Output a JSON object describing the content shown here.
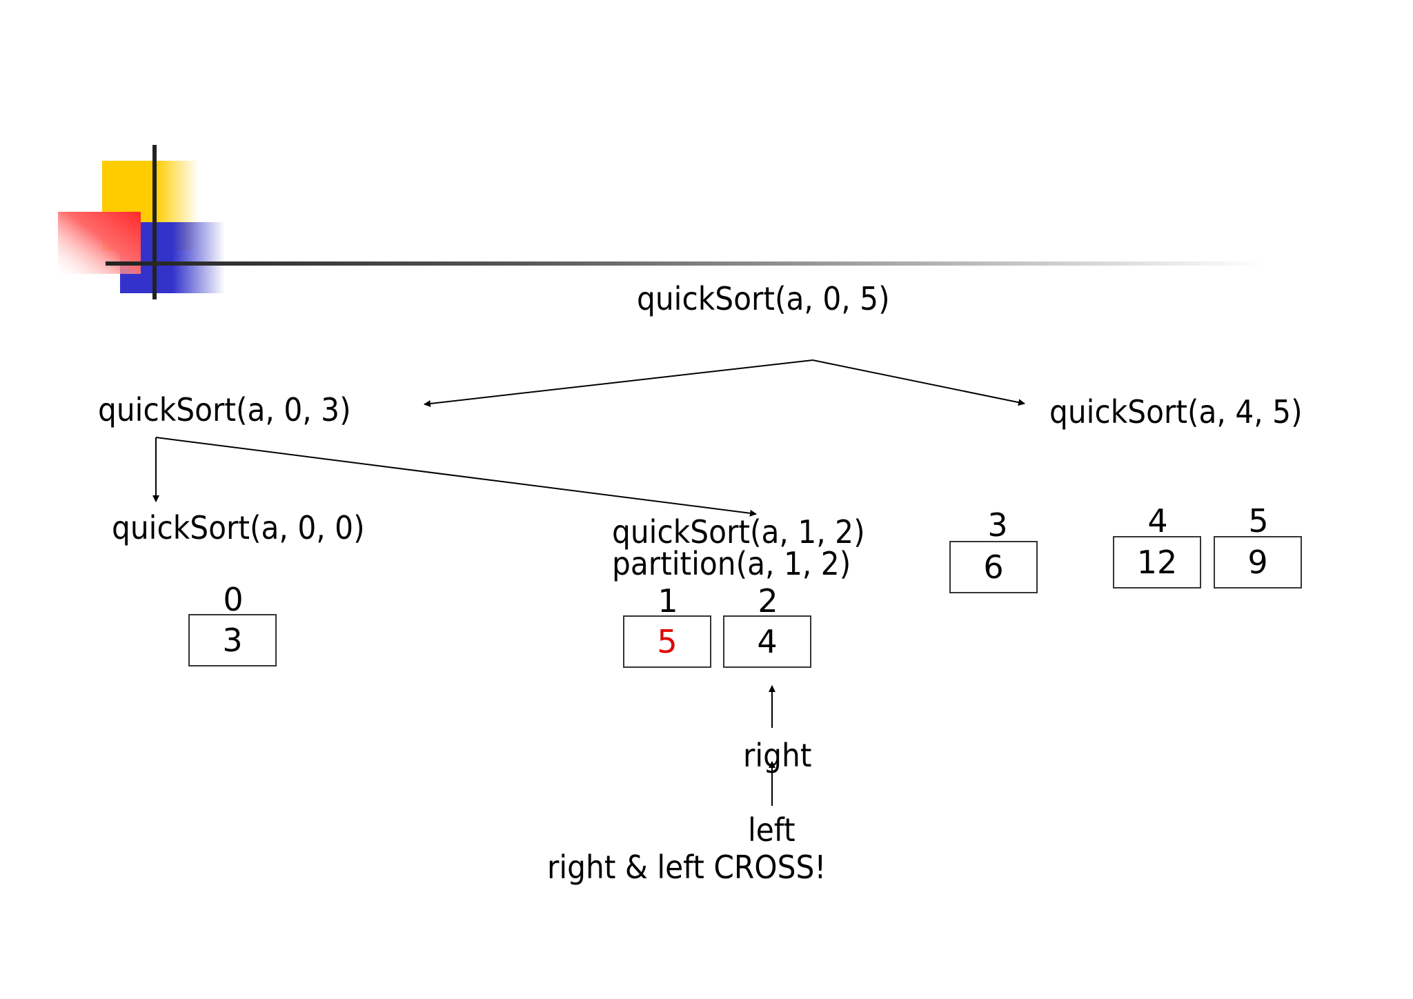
{
  "calls": {
    "root": "quickSort(a, 0, 5)",
    "left": "quickSort(a, 0, 3)",
    "right": "quickSort(a, 4, 5)",
    "left_left": "quickSort(a, 0, 0)",
    "left_right": "quickSort(a, 1, 2)",
    "partition": "partition(a, 1, 2)"
  },
  "arrays": {
    "a00": {
      "indices": [
        "0"
      ],
      "values": [
        "3"
      ]
    },
    "a12": {
      "indices": [
        "1",
        "2"
      ],
      "values": [
        "5",
        "4"
      ],
      "highlight_color": "#e00000"
    },
    "a33": {
      "indices": [
        "3"
      ],
      "values": [
        "6"
      ]
    },
    "a45": {
      "indices": [
        "4",
        "5"
      ],
      "values": [
        "12",
        "9"
      ]
    }
  },
  "pointers": {
    "right": "right",
    "left": "left",
    "cross_message": "right & left CROSS!"
  },
  "colors": {
    "deco_yellow": "#ffcc00",
    "deco_red": "#ff2a2a",
    "deco_blue": "#3333cc"
  }
}
